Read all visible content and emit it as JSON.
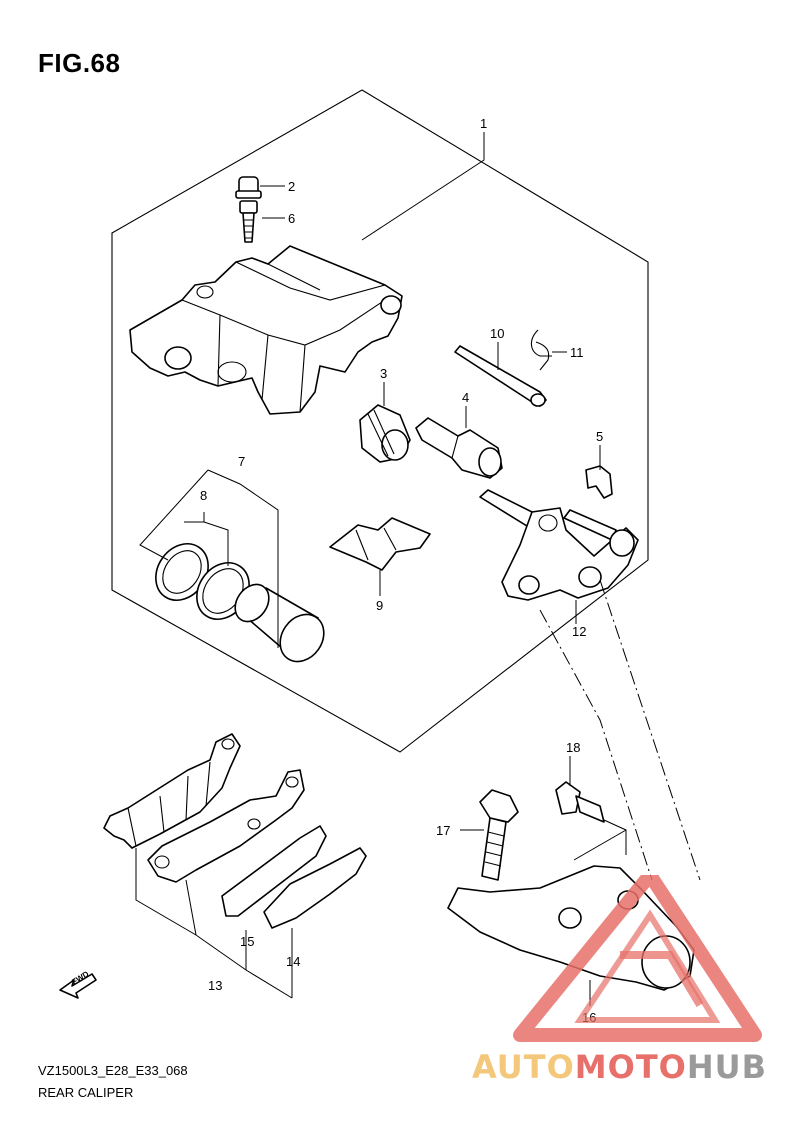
{
  "figure": {
    "title": "FIG.68"
  },
  "callouts": [
    "1",
    "2",
    "6",
    "10",
    "11",
    "3",
    "4",
    "5",
    "7",
    "8",
    "9",
    "12",
    "18",
    "17",
    "13",
    "15",
    "14",
    "16"
  ],
  "footer": {
    "code": "VZ1500L3_E28_E33_068",
    "name": "REAR CALIPER"
  },
  "fwd_label": "FWD",
  "watermark": {
    "part1": "AUTO",
    "part2": "MOTO",
    "part3": "HUB"
  },
  "colors": {
    "watermark_red": "#e7706a",
    "watermark_gold": "#f3c87a",
    "watermark_grey": "#9a9a9a"
  }
}
